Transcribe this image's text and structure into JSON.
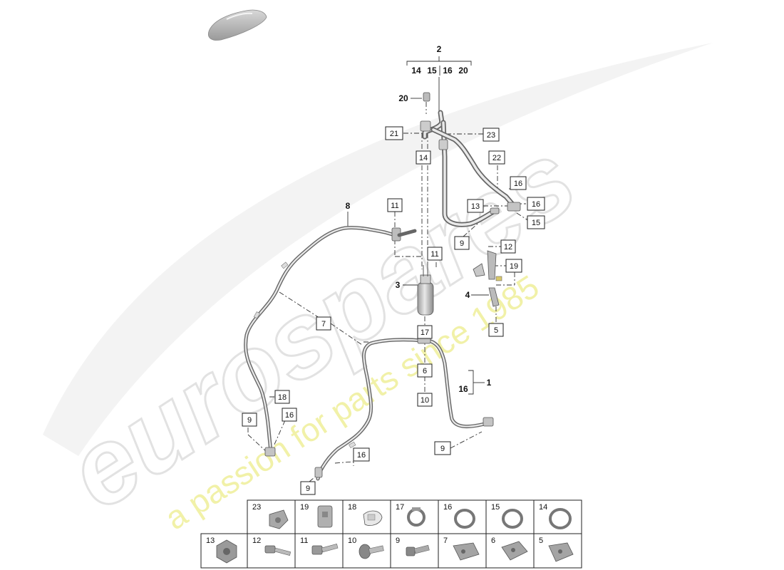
{
  "watermark": {
    "brand": "eurospares",
    "tagline": "a passion for parts since 1985",
    "brand_color": "#e6e6e6",
    "tagline_color": "#f3f3b0"
  },
  "group_header": {
    "main": "2",
    "subs": [
      "14",
      "15",
      "16",
      "20"
    ]
  },
  "main_numbers": {
    "n1": "1",
    "n16_bracket": "16",
    "n3": "3",
    "n4": "4",
    "n8": "8",
    "n20": "20"
  },
  "callouts": {
    "c21": "21",
    "c23": "23",
    "c14": "14",
    "c22": "22",
    "c16a": "16",
    "c16b": "16",
    "c13": "13",
    "c15": "15",
    "c11a": "11",
    "c11b": "11",
    "c9a": "9",
    "c12": "12",
    "c19": "19",
    "c5": "5",
    "c7": "7",
    "c17": "17",
    "c6": "6",
    "c10": "10",
    "c18": "18",
    "c16c": "16",
    "c9b": "9",
    "c16d": "16",
    "c9c": "9",
    "c9d": "9"
  },
  "parts_grid": {
    "row1": [
      {
        "num": "23",
        "icon": "bracket-clip-icon"
      },
      {
        "num": "19",
        "icon": "holder-icon"
      },
      {
        "num": "18",
        "icon": "clip-icon"
      },
      {
        "num": "17",
        "icon": "hose-clamp-icon"
      },
      {
        "num": "16",
        "icon": "o-ring-icon"
      },
      {
        "num": "15",
        "icon": "o-ring-icon"
      },
      {
        "num": "14",
        "icon": "o-ring-icon"
      }
    ],
    "row2": [
      {
        "num": "13",
        "icon": "nut-icon"
      },
      {
        "num": "12",
        "icon": "bolt-icon"
      },
      {
        "num": "11",
        "icon": "bolt-icon"
      },
      {
        "num": "10",
        "icon": "flange-bolt-icon"
      },
      {
        "num": "9",
        "icon": "screw-icon"
      },
      {
        "num": "7",
        "icon": "retainer-icon"
      },
      {
        "num": "6",
        "icon": "retainer-icon"
      },
      {
        "num": "5",
        "icon": "retainer-icon"
      }
    ]
  }
}
